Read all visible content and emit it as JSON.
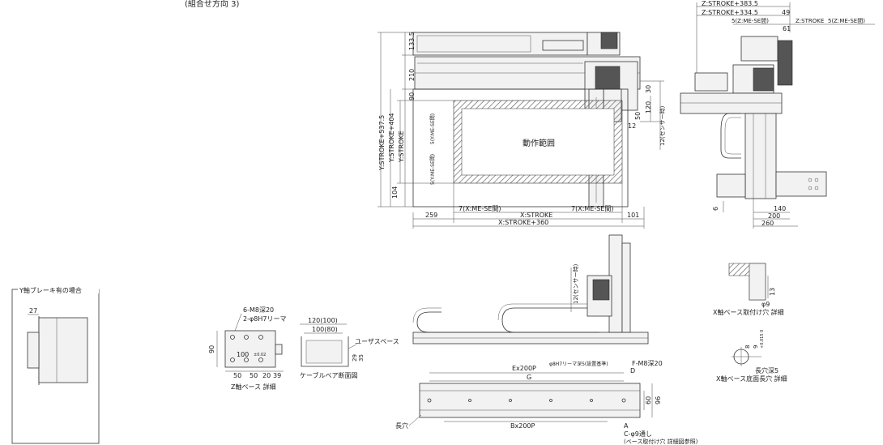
{
  "header": {
    "title": "(組合せ方向 3)"
  },
  "top_view": {
    "left_dims": [
      "Y:STROKE+537.5",
      "Y:STROKE+404",
      "Y:STROKE",
      "133.5",
      "210",
      "90",
      "104"
    ],
    "inner_labels": [
      "5(Y:ME-SE間)",
      "5(Y:ME-SE間)"
    ],
    "work_area": "動作範囲",
    "right_dims": [
      "30",
      "120",
      "50",
      "12",
      "12(センサー時)"
    ],
    "bottom_dims": [
      "259",
      "7(X:ME-SE間)",
      "X:STROKE",
      "7(X:ME-SE間)",
      "101",
      "X:STROKE+360"
    ]
  },
  "side_view": {
    "top_dims": [
      "Z:STROKE+383.5",
      "Z:STROKE+334.5",
      "49",
      "5(Z:ME-SE間)",
      "Z:STROKE",
      "5(Z:ME-SE間)",
      "61"
    ],
    "bottom_dims": [
      "6",
      "140",
      "200",
      "260"
    ]
  },
  "y_brake": {
    "label": "Y軸ブレーキ有の場合",
    "dim": "27"
  },
  "z_base": {
    "labels": [
      "6-M8深20",
      "2-φ8H7リーマ"
    ],
    "dims": [
      "90",
      "100",
      "±0.02",
      "50",
      "50",
      "20",
      "39"
    ],
    "caption": "Z軸ベース 詳細"
  },
  "cable_bear": {
    "dims": [
      "120(100)",
      "100(80)",
      "29",
      "35"
    ],
    "user_space": "ユーザスペース",
    "caption": "ケーブルベア断面図"
  },
  "front_view": {
    "sensor_dim": "12(センサー時)"
  },
  "base_plan": {
    "labels": [
      "Ex200P",
      "G",
      "φ8H7リーマ深5(設置基準)",
      "F-M8深20",
      "D",
      "60",
      "96",
      "長穴",
      "Bx200P",
      "A",
      "C-φ9通し",
      "(ベース取付け穴 詳細図参照)"
    ]
  },
  "x_mount": {
    "dims": [
      "13",
      "φ9"
    ],
    "caption": "X軸ベース取付け穴 詳細"
  },
  "x_slot": {
    "dims": [
      "8",
      "9"
    ],
    "tol": "+0.015 0",
    "depth": "長穴深5",
    "caption": "X軸ベース底面長穴 詳細"
  }
}
